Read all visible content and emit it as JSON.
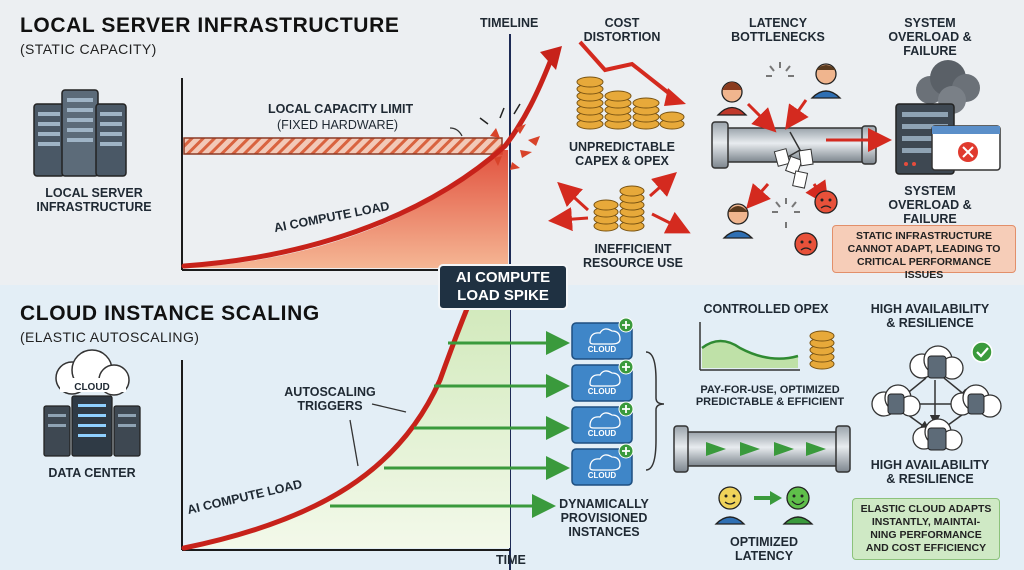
{
  "top": {
    "title": "LOCAL SERVER INFRASTRUCTURE",
    "subtitle": "(STATIC CAPACITY)",
    "server_label": "LOCAL SERVER INFRASTRUCTURE",
    "capacity_label": "LOCAL CAPACITY LIMIT",
    "capacity_sub": "(FIXED HARDWARE)",
    "load_label": "AI COMPUTE LOAD",
    "timeline_label": "TIMELINE",
    "cost_title": "COST DISTORTION",
    "capex_label": "UNPREDICTABLE CAPEX & OPEX",
    "resource_label": "INEFFICIENT RESOURCE USE",
    "latency_title": "LATENCY BOTTLENECKS",
    "overload_title": "SYSTEM OVERLOAD & FAILURE",
    "overload_label": "SYSTEM OVERLOAD & FAILURE",
    "note": "STATIC INFRASTRUCTURE CANNOT ADAPT, LEADING TO CRITICAL PERFORMANCE ISSUES"
  },
  "spike_label": "AI COMPUTE LOAD SPIKE",
  "bottom": {
    "title": "CLOUD INSTANCE SCALING",
    "subtitle": "(ELASTIC AUTOSCALING)",
    "cloud_badge": "CLOUD",
    "datacenter_label": "DATA CENTER",
    "triggers_label": "AUTOSCALING TRIGGERS",
    "load_label": "AI COMPUTE LOAD",
    "time_label": "TIME",
    "instance_label": "CLOUD",
    "provisioned_label": "DYNAMICALLY PROVISIONED INSTANCES",
    "opex_title": "CONTROLLED OPEX",
    "opex_label": "PAY-FOR-USE, OPTIMIZED PREDICTABLE & EFFICIENT",
    "latency_label": "OPTIMIZED LATENCY",
    "ha_title": "HIGH AVAILABILITY & RESILIENCE",
    "ha_label": "HIGH AVAILABILITY & RESILIENCE",
    "note": "ELASTIC CLOUD ADAPTS INSTANTLY, MAINTAI-NING PERFORMANCE AND COST EFFICIENCY"
  },
  "colors": {
    "top_bg": "#eceff2",
    "bottom_bg": "#e3eef6",
    "red": "#d42a1f",
    "green": "#3a9a3c",
    "cloud_blue": "#3f86c8",
    "coin": "#e7a93a",
    "note_red": "#f6cdb8",
    "note_green": "#cfe9c5"
  }
}
